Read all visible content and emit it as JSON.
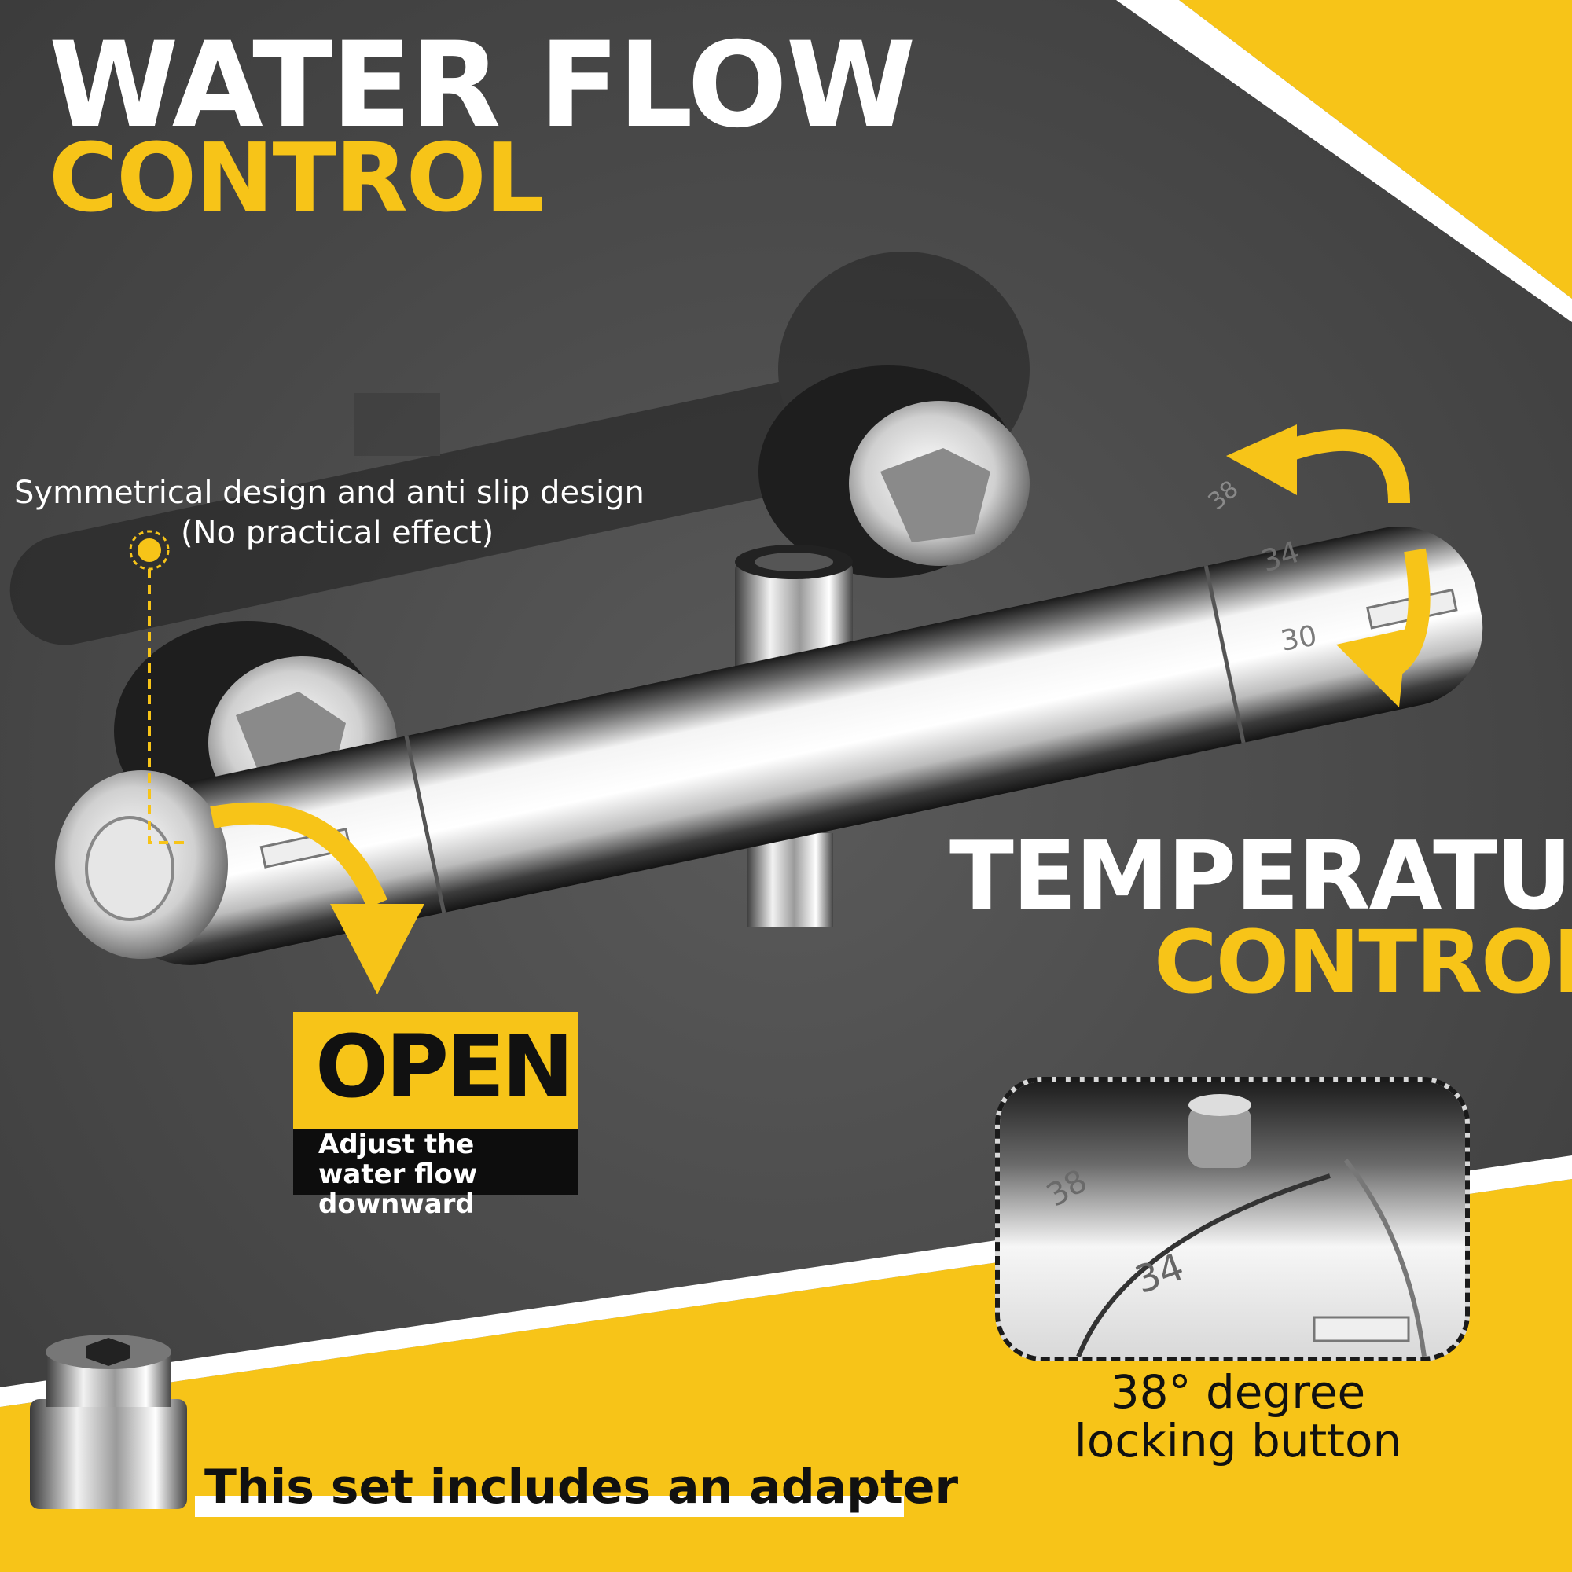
{
  "headline": {
    "line1": "WATER FLOW",
    "line2": "CONTROL"
  },
  "temperature": {
    "line1": "TEMPERATURE",
    "line2": "CONTROL"
  },
  "symmetry_note": {
    "line1": "Symmetrical design and anti slip design",
    "line2": "(No practical effect)"
  },
  "open_badge": {
    "label": "OPEN",
    "description": "Adjust the water flow downward"
  },
  "dial_markings": {
    "mark_38": "38",
    "mark_34": "34",
    "mark_30": "30"
  },
  "zoom_markings": {
    "mark_38": "38",
    "mark_34": "34"
  },
  "lock_caption": "38° degree locking button",
  "adapter_caption": "This set includes an adapter",
  "colors": {
    "accent_yellow": "#f7c418",
    "background_gray": "#4d4d4d",
    "text_white": "#ffffff",
    "text_black": "#111111"
  }
}
